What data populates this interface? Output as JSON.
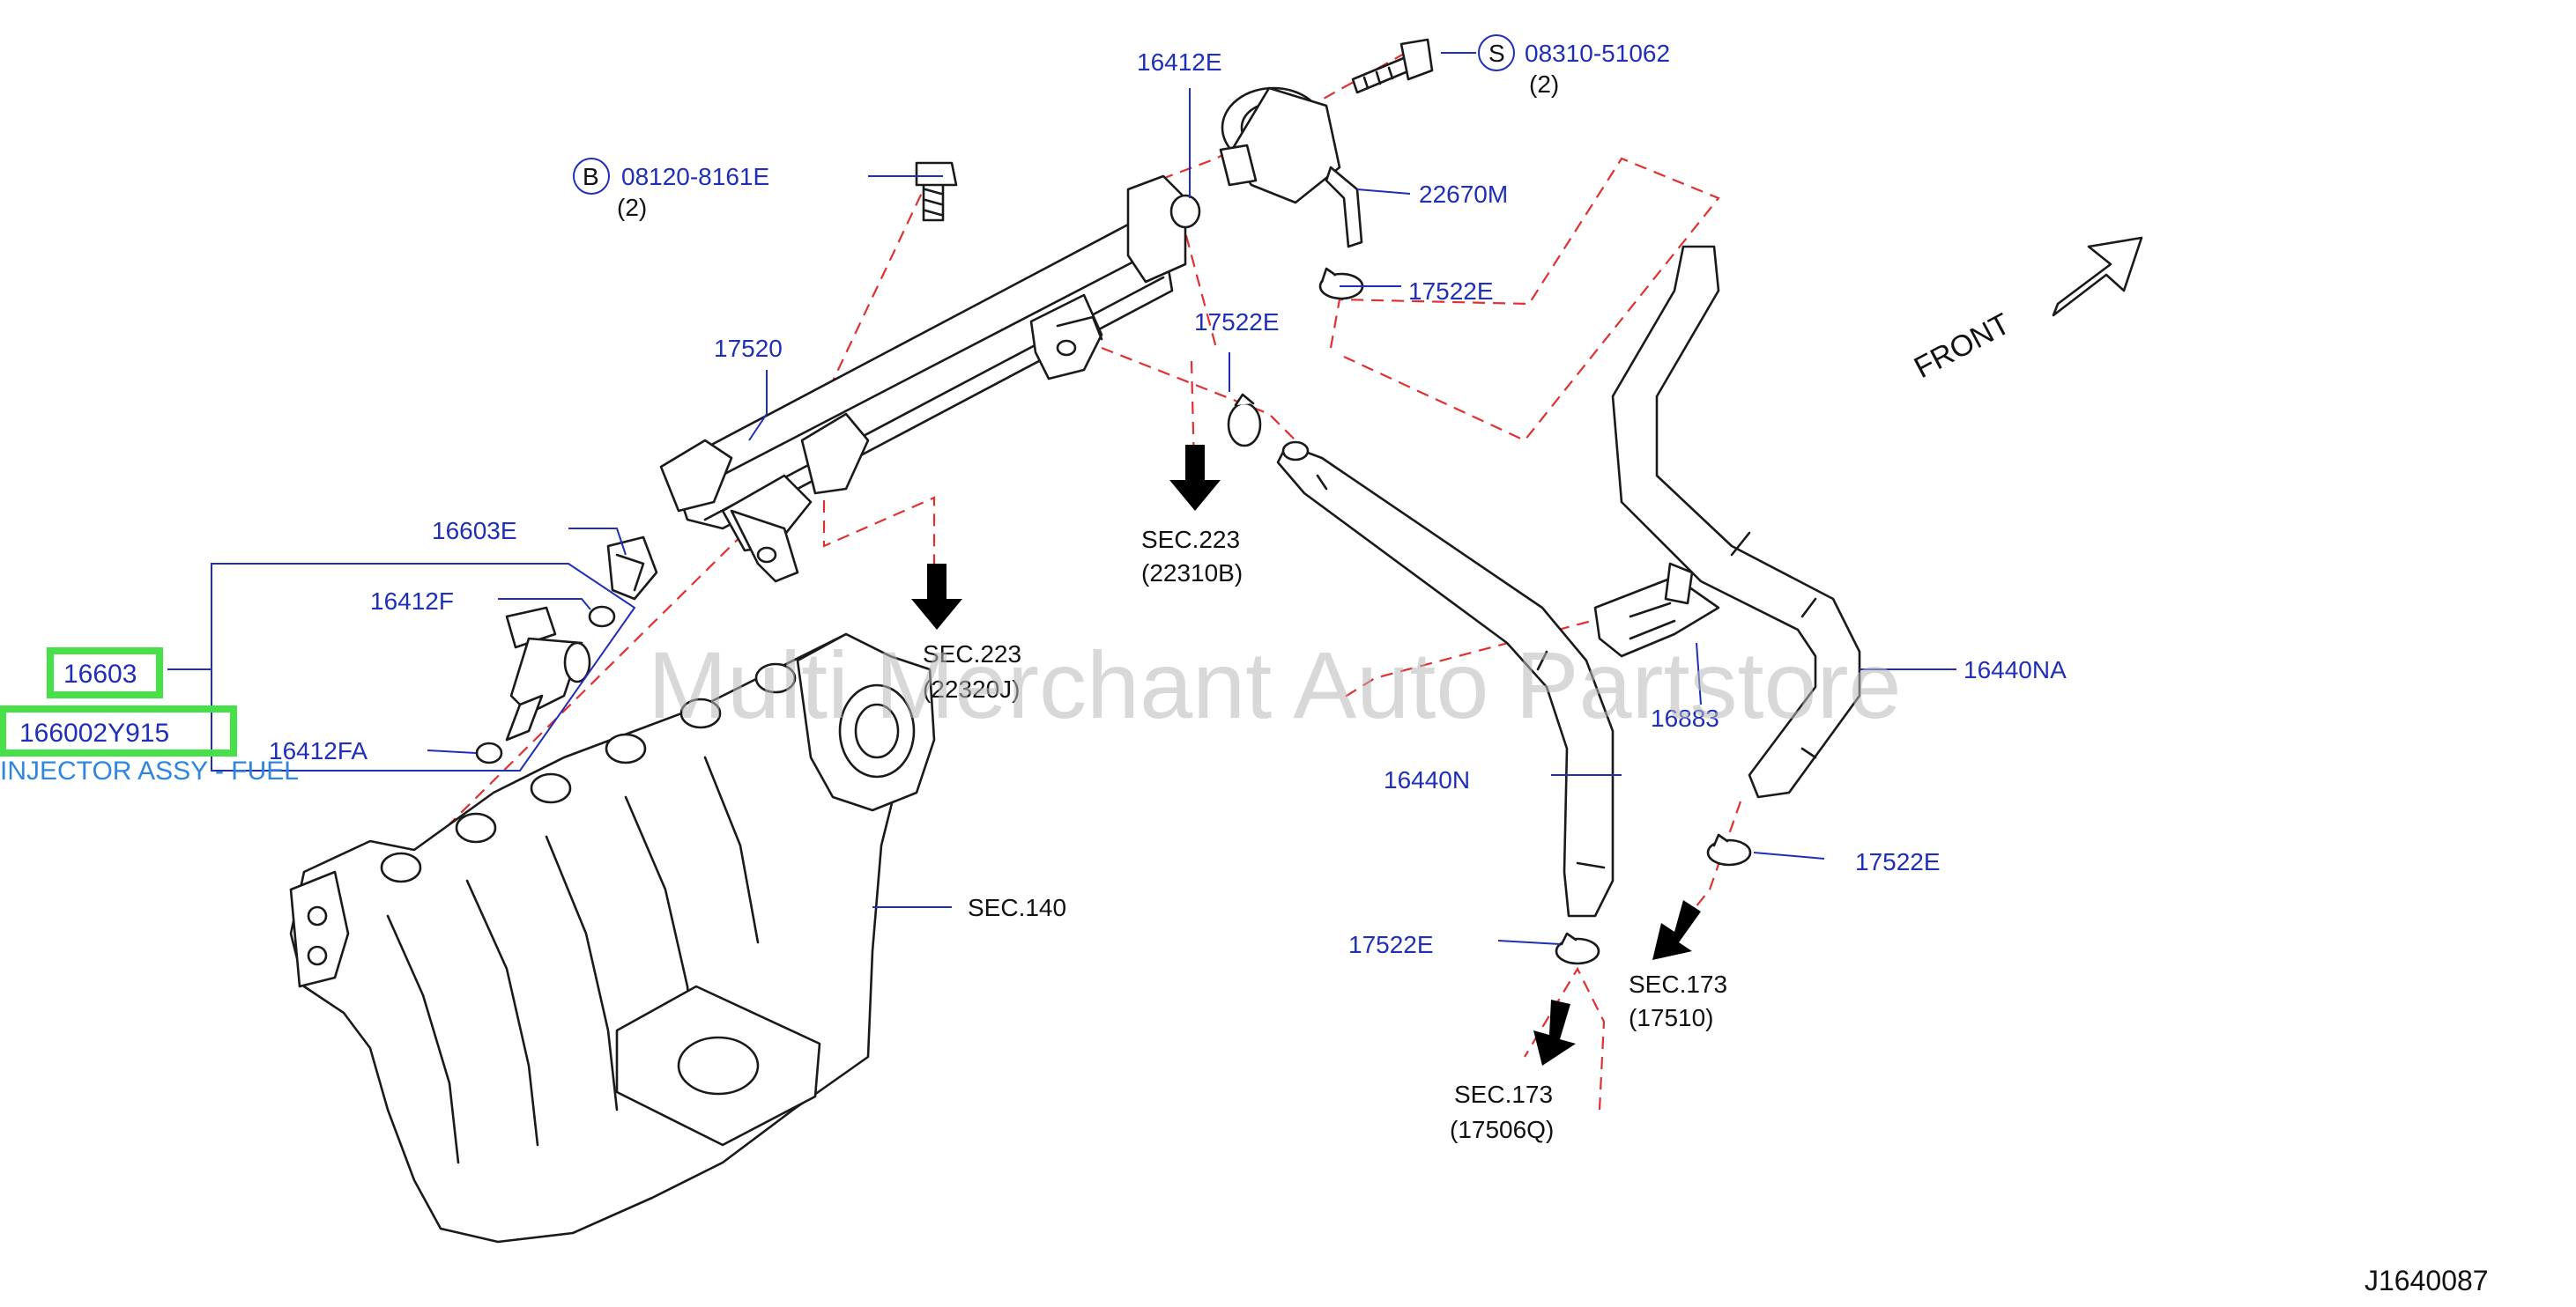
{
  "watermark": "Multi Merchant Auto Partstore",
  "diagram_code": "J1640087",
  "front_label": "FRONT",
  "colors": {
    "part_label": "#1f2fb8",
    "highlight": "#48e048",
    "guide_line": "#e03030",
    "injector_text": "#2e86e0"
  },
  "callouts": {
    "bolt_s": {
      "symbol": "S",
      "part": "08310-51062",
      "qty": "(2)"
    },
    "bolt_b": {
      "symbol": "B",
      "part": "08120-8161E",
      "qty": "(2)"
    },
    "oring_16412e": "16412E",
    "regulator": "22670M",
    "clamp_top": "17522E",
    "rail": "17520",
    "clamp_mid": "17522E",
    "clip_16603e": "16603E",
    "oring_16412f": "16412F",
    "injector_part": "16603",
    "injector_oem": "166002Y915",
    "injector_name": "INJECTOR ASSY - FUEL",
    "oring_16412fa": "16412FA",
    "hose_na": "16440NA",
    "bracket": "16883",
    "hose_n": "16440N",
    "clamp_right": "17522E",
    "clamp_bottom": "17522E"
  },
  "sections": {
    "sec223_a": {
      "title": "SEC.223",
      "ref": "(22310B)"
    },
    "sec223_b": {
      "title": "SEC.223",
      "ref": "(22320J)"
    },
    "sec140": {
      "title": "SEC.140"
    },
    "sec173_a": {
      "title": "SEC.173",
      "ref": "(17510)"
    },
    "sec173_b": {
      "title": "SEC.173",
      "ref": "(17506Q)"
    }
  }
}
